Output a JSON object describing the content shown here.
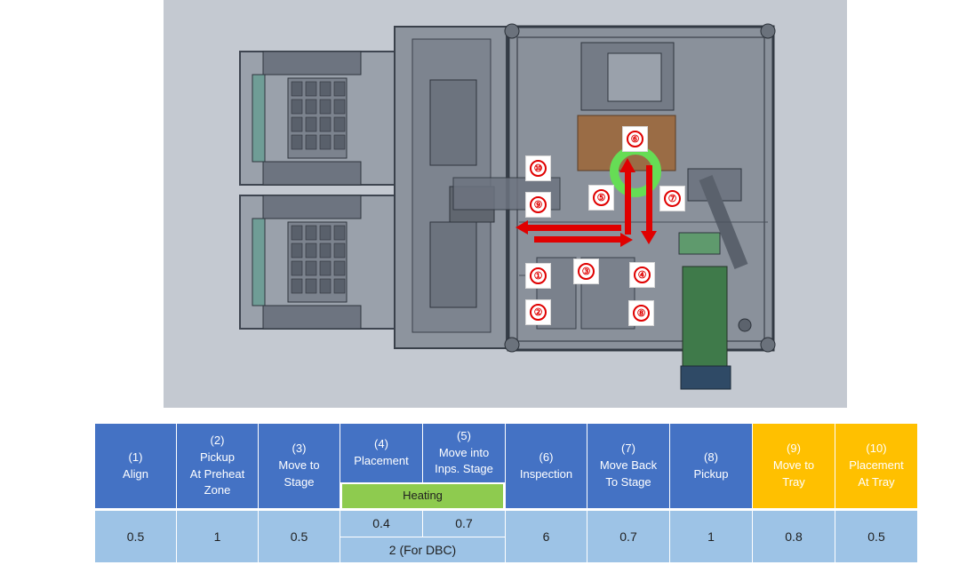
{
  "labels": [
    "①",
    "②",
    "③",
    "④",
    "⑤",
    "⑥",
    "⑦",
    "⑧",
    "⑨",
    "⑩"
  ],
  "colors": {
    "header_blue": "#4472c4",
    "header_orange": "#ffc000",
    "value_blue": "#9dc3e6",
    "heating_green": "#8ecb4f",
    "arrow_red": "#e00000",
    "ring_green": "#66dd55"
  },
  "table": {
    "headers": [
      "(1)\nAlign",
      "(2)\nPickup\nAt Preheat\nZone",
      "(3)\nMove to\nStage",
      "(4)\nPlacement",
      "(5)\nMove into\nInps. Stage",
      "(6)\nInspection",
      "(7)\nMove Back\nTo Stage",
      "(8)\nPickup",
      "(9)\nMove to\nTray",
      "(10)\nPlacement\nAt Tray"
    ],
    "heating": "Heating",
    "values": [
      "0.5",
      "1",
      "0.5",
      "0.4",
      "0.7",
      "6",
      "0.7",
      "1",
      "0.8",
      "0.5"
    ],
    "dbc": "2 (For DBC)"
  }
}
